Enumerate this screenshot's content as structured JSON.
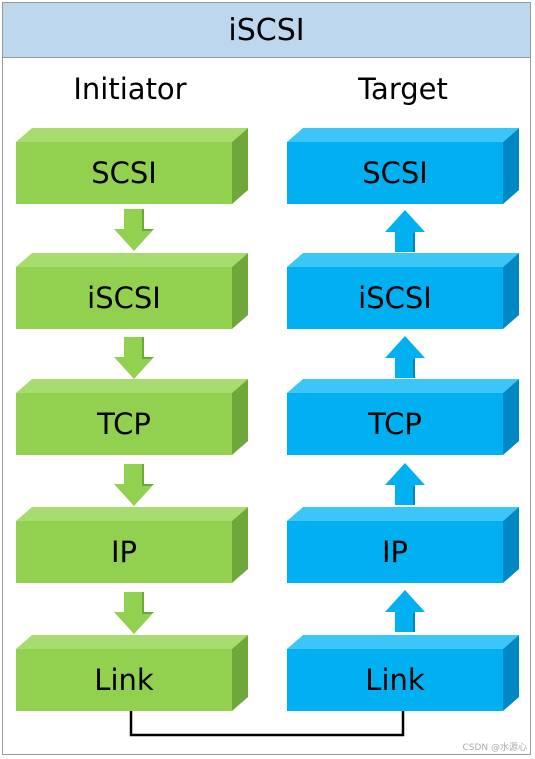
{
  "title": "iSCSI",
  "columns": {
    "initiator": {
      "title": "Initiator",
      "color_front": "#92d050",
      "color_top": "#a9dc6e",
      "color_side": "#6fa83a",
      "layers": [
        "SCSI",
        "iSCSI",
        "TCP",
        "IP",
        "Link"
      ],
      "arrow_direction": "down"
    },
    "target": {
      "title": "Target",
      "color_front": "#00b0f0",
      "color_top": "#3cc6f7",
      "color_side": "#0088c4",
      "layers": [
        "SCSI",
        "iSCSI",
        "TCP",
        "IP",
        "Link"
      ],
      "arrow_direction": "up"
    }
  },
  "watermark": "CSDN @水源心"
}
